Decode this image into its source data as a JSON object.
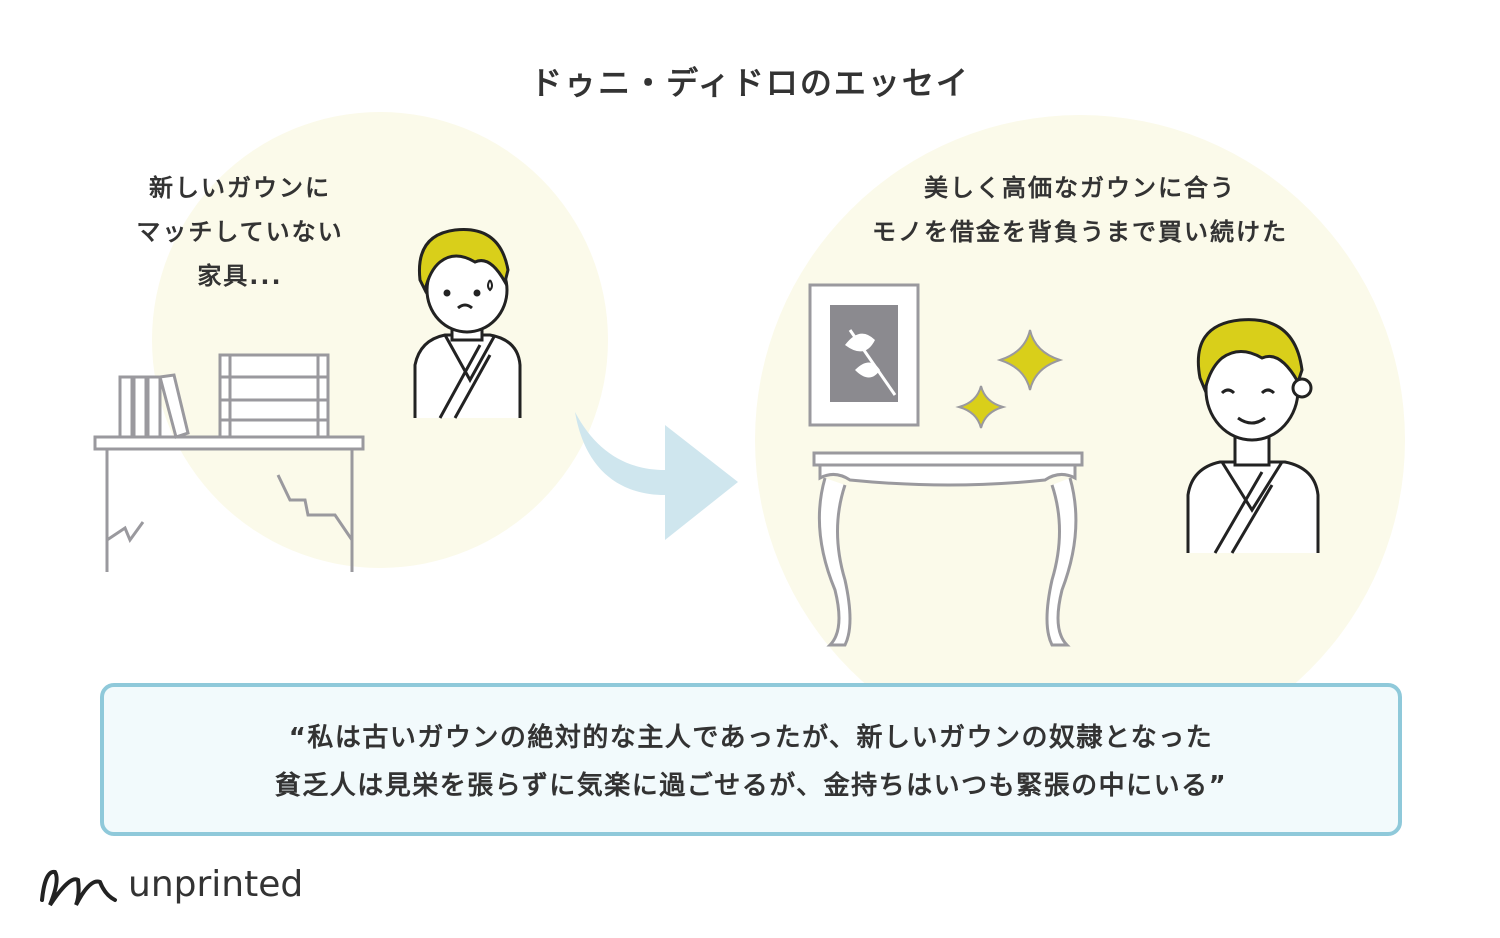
{
  "title": "ドゥニ・ディドロのエッセイ",
  "before": {
    "caption_lines": [
      "新しいガウンに",
      "マッチしていない",
      "家具..."
    ]
  },
  "after": {
    "caption_lines": [
      "美しく高価なガウンに合う",
      "モノを借金を背負うまで買い続けた"
    ]
  },
  "quote": {
    "lines": [
      "“私は古いガウンの絶対的な主人であったが、新しいガウンの奴隷となった",
      "貧乏人は見栄を張らずに気楽に過ごせるが、金持ちはいつも緊張の中にいる”"
    ]
  },
  "logo": {
    "text": "unprinted"
  },
  "colors": {
    "circle": "#fbfaea",
    "hair": "#d9cf1a",
    "arrow": "#cfe6ee",
    "line": "#9a999e",
    "box_border": "#8fc9da",
    "box_bg": "#f2fafc"
  }
}
